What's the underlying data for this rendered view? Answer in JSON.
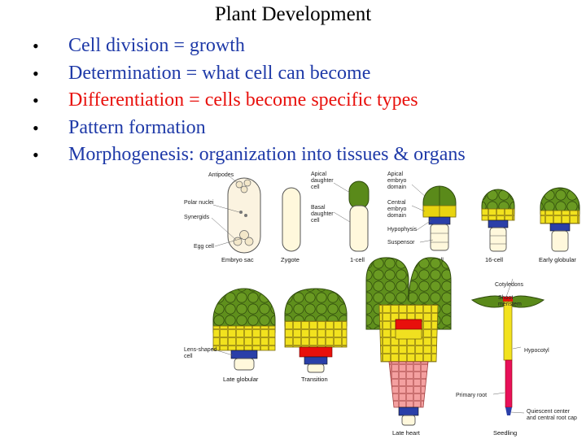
{
  "title": "Plant Development",
  "colors": {
    "blue": "#1f3aa8",
    "red": "#e8100c",
    "green": "#5a8a1a",
    "yellow": "#f0e020",
    "pink": "#f08080",
    "cream": "#fff8dc"
  },
  "bullets": [
    {
      "text": "Cell division = growth",
      "color": "#1f3aa8"
    },
    {
      "text": "Determination = what cell can become",
      "color": "#1f3aa8"
    },
    {
      "text": "Differentiation = cells become specific types",
      "color": "#e8100c"
    },
    {
      "text": "Pattern formation",
      "color": "#1f3aa8"
    },
    {
      "text": "Morphogenesis: organization into tissues & organs",
      "color": "#1f3aa8"
    }
  ],
  "figure": {
    "labels": {
      "antipodes": "Antipodes",
      "polar_nuclei": "Polar nuclei",
      "synergids": "Synergids",
      "egg_cell": "Egg cell",
      "apical_daughter_1": "Apical",
      "apical_daughter_2": "daughter",
      "apical_daughter_3": "cell",
      "basal_daughter_1": "Basal",
      "basal_daughter_2": "daughter",
      "basal_daughter_3": "cell",
      "apical_embryo_1": "Apical",
      "apical_embryo_2": "embryo",
      "apical_embryo_3": "domain",
      "central_embryo_1": "Central",
      "central_embryo_2": "embryo",
      "central_embryo_3": "domain",
      "hypophysis": "Hypophysis",
      "suspensor": "Suspensor",
      "cotyledons": "Cotyledons",
      "shoot_meristem_1": "Shoot",
      "shoot_meristem_2": "meristem",
      "lens_shaped_1": "Lens-shaped",
      "lens_shaped_2": "cell",
      "hypocotyl": "Hypocotyl",
      "primary_root": "Primary root",
      "quiescent_1": "Quiescent center",
      "quiescent_2": "and central root cap"
    },
    "captions": {
      "embryo_sac": "Embryo sac",
      "zygote": "Zygote",
      "one_cell": "1-cell",
      "eight_cell": "8-cell",
      "sixteen_cell": "16-cell",
      "early_globular": "Early globular",
      "late_globular": "Late globular",
      "transition": "Transition",
      "late_heart": "Late heart",
      "seedling": "Seedling"
    }
  }
}
